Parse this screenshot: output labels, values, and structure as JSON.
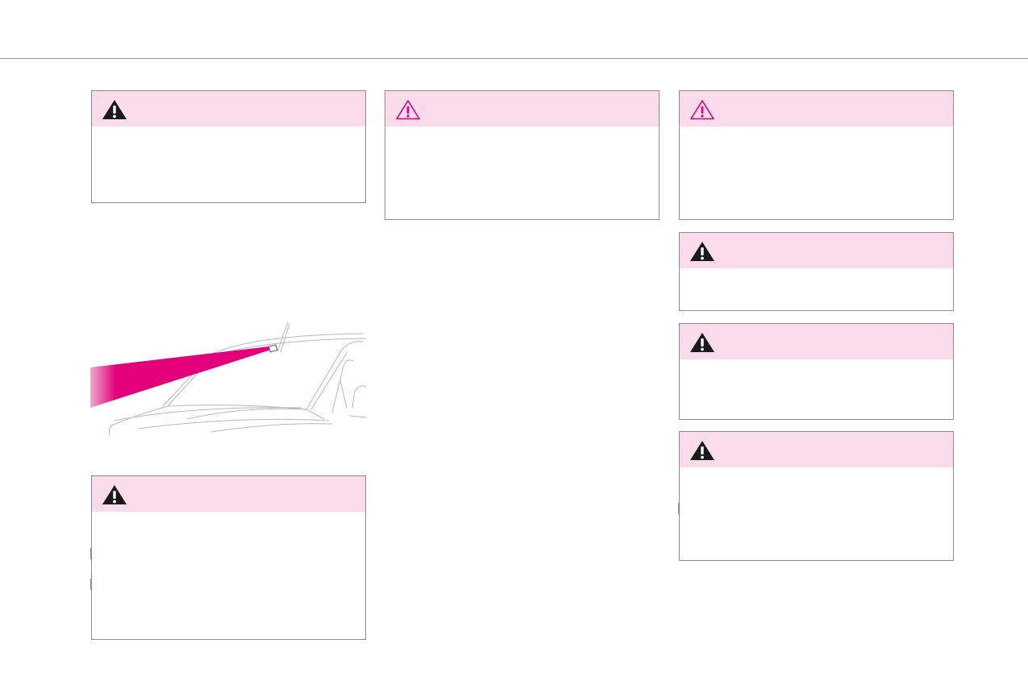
{
  "page": {
    "colors": {
      "accent": "#e2007a",
      "warning_header": "#fadbe9",
      "border": "#8c8c8c",
      "rule": "#9a9a9a"
    }
  },
  "boxes": [
    {
      "id": "box-1",
      "icon": "warning-triangle-solid-icon",
      "text": ""
    },
    {
      "id": "box-2",
      "icon": "warning-triangle-outline-icon",
      "text": ""
    },
    {
      "id": "box-3",
      "icon": "warning-triangle-outline-icon",
      "text": ""
    },
    {
      "id": "box-4",
      "icon": "warning-triangle-solid-icon",
      "text": ""
    },
    {
      "id": "box-5",
      "icon": "warning-triangle-solid-icon",
      "text": ""
    },
    {
      "id": "box-6",
      "icon": "warning-triangle-solid-icon",
      "text": ""
    },
    {
      "id": "box-7",
      "icon": "warning-triangle-solid-icon",
      "text": ""
    }
  ],
  "illustration": {
    "subject": "windscreen-sensor-beam-illustration"
  }
}
